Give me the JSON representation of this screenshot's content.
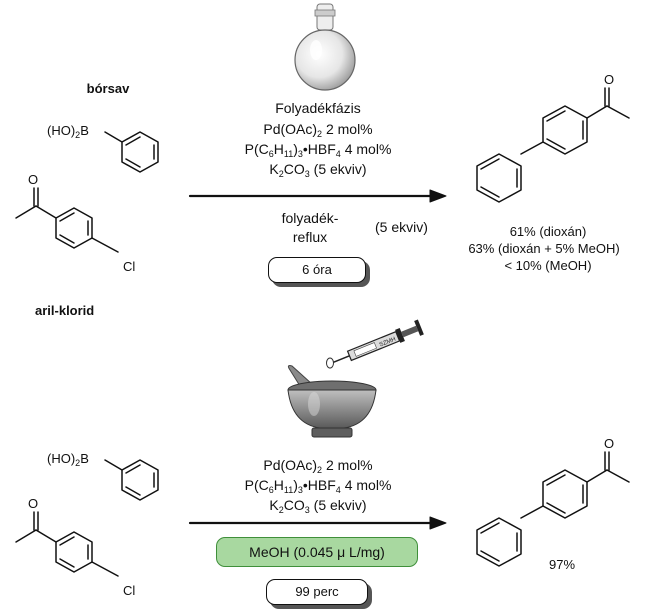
{
  "top": {
    "label_boronic": "bórsav",
    "label_arylchloride": "aril-klorid",
    "boron_group": "(HO)",
    "boron_sub": "2",
    "boron_atom": "B",
    "oxygen": "O",
    "chlorine": "Cl",
    "phase": "Folyadékfázis",
    "cond1_main": "Pd(OAc)",
    "cond1_sub": "2",
    "cond1_rest": " 2 mol%",
    "cond2_a": "P(C",
    "cond2_s1": "6",
    "cond2_b": "H",
    "cond2_s2": "11",
    "cond2_c": ")",
    "cond2_s3": "3",
    "cond2_d": "•HBF",
    "cond2_s4": "4",
    "cond2_e": " 4 mol%",
    "cond3_a": "K",
    "cond3_s1": "2",
    "cond3_b": "CO",
    "cond3_s2": "3",
    "cond3_c": " (5 ekviv)",
    "under1": "folyadék-",
    "under2": "reflux",
    "under_eq": "(5 ekviv)",
    "time": "6 óra",
    "yield1": "61% (dioxán)",
    "yield2": "63%  (dioxán + 5% MeOH)",
    "yield3": "< 10% (MeOH)"
  },
  "bottom": {
    "boron_group": "(HO)",
    "boron_sub": "2",
    "boron_atom": "B",
    "oxygen": "O",
    "chlorine": "Cl",
    "cond1_main": "Pd(OAc)",
    "cond1_sub": "2",
    "cond1_rest": " 2 mol%",
    "cond2_a": "P(C",
    "cond2_s1": "6",
    "cond2_b": "H",
    "cond2_s2": "11",
    "cond2_c": ")",
    "cond2_s3": "3",
    "cond2_d": "•HBF",
    "cond2_s4": "4",
    "cond2_e": " 4 mol%",
    "cond3_a": "K",
    "cond3_s1": "2",
    "cond3_b": "CO",
    "cond3_s2": "3",
    "cond3_c": " (5 ekviv)",
    "additive": "MeOH (0.045 μ L/mg)",
    "time": "99 perc",
    "yield": "97%",
    "syringe_label": "SZMH"
  }
}
